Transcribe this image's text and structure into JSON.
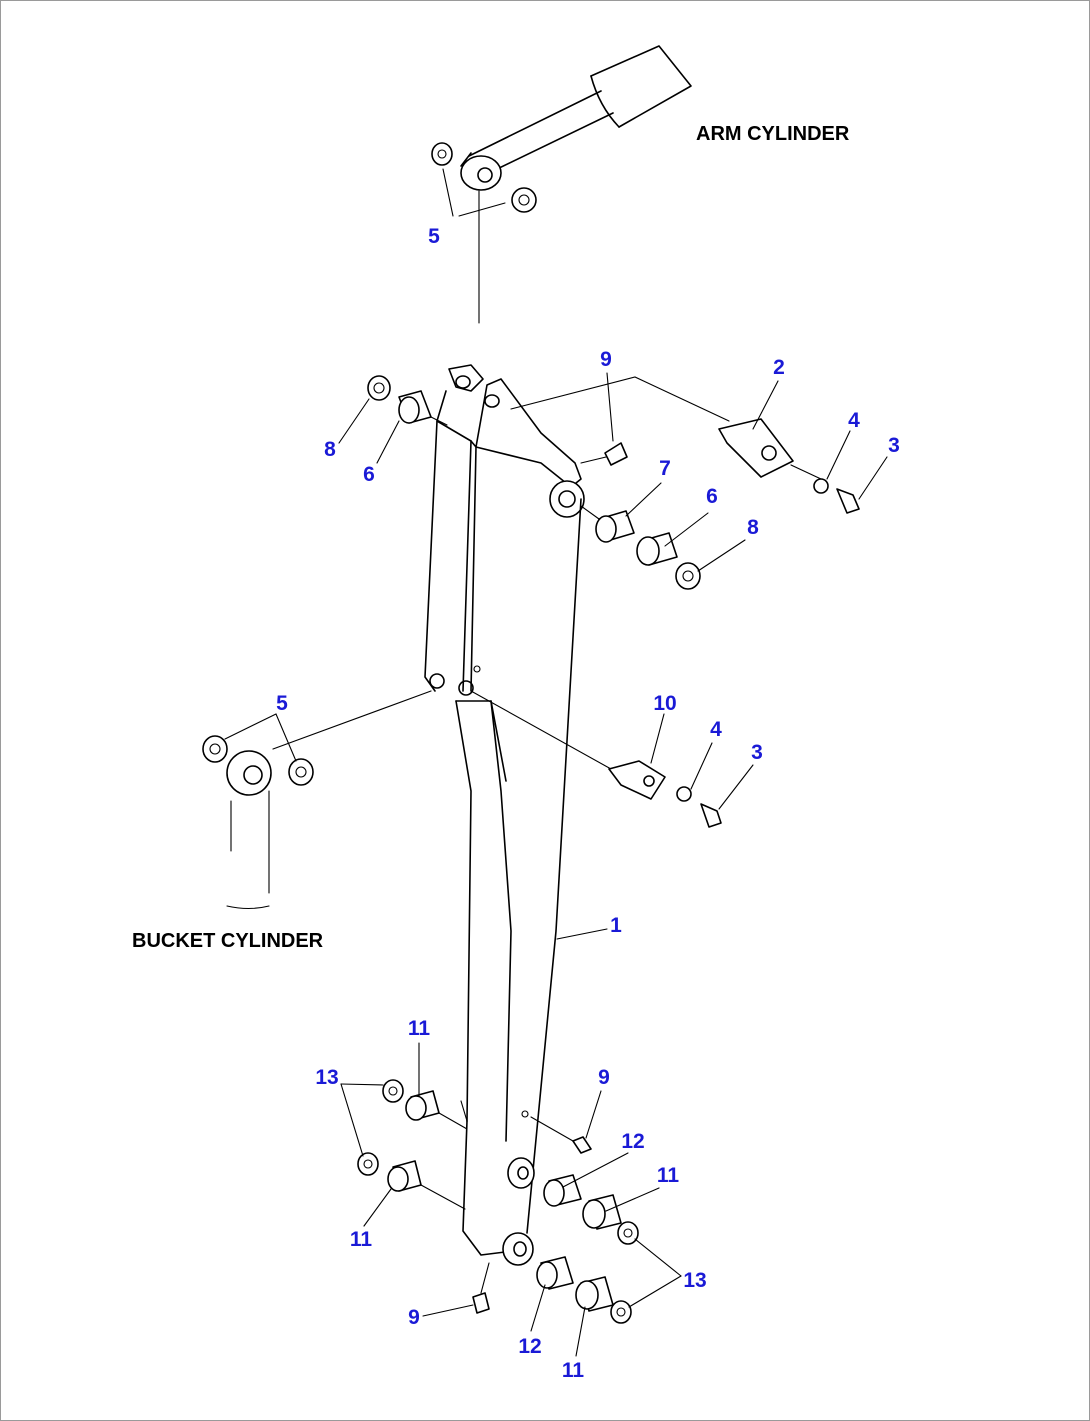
{
  "labels": {
    "arm_cylinder": "ARM CYLINDER",
    "bucket_cylinder": "BUCKET CYLINDER"
  },
  "callouts": {
    "arm_cyl_spacer_5": "5",
    "pin_2": "2",
    "bolt_3_upper": "3",
    "washer_4_upper": "4",
    "plate_9_upper": "9",
    "bushing_6_left": "6",
    "seal_8_left": "8",
    "bushing_7": "7",
    "bushing_6_right": "6",
    "seal_8_right": "8",
    "bucket_cyl_spacer_5": "5",
    "pin_10": "10",
    "washer_4_mid": "4",
    "bolt_3_mid": "3",
    "arm_1": "1",
    "bushing_11_a": "11",
    "seal_13_left": "13",
    "bushing_11_b": "11",
    "plate_9_right": "9",
    "bushing_12_upper": "12",
    "bushing_11_c": "11",
    "seal_13_right": "13",
    "plate_9_bottom": "9",
    "bushing_12_lower": "12",
    "bushing_11_d": "11"
  },
  "colors": {
    "callout": "#1a1ad6",
    "line": "#000000",
    "frame": "#9a9a9a"
  }
}
